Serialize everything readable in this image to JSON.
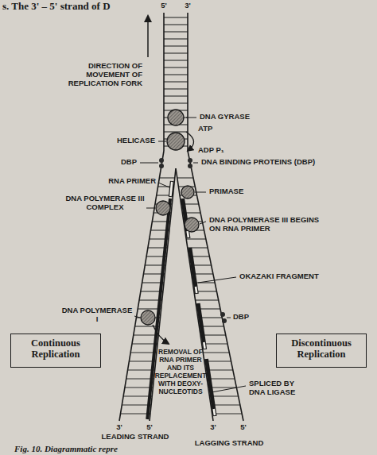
{
  "diagram": {
    "caption": "Fig. 10. Diagrammatic repre",
    "nodes": [
      {
        "text": [
          "Continuous Replication"
        ]
      },
      {
        "text": [
          "Discontinuous Replication"
        ]
      }
    ],
    "labels": [
      "s. The 3' – 5' strand of D",
      "5'",
      "3'",
      "DIRECTION OF MOVEMENT OF REPLICATION FORK",
      "DNA GYRASE",
      "ATP",
      "ADP P₁",
      "HELICASE",
      "DBP",
      "DNA BINDING PROTEINS (DBP)",
      "RNA PRIMER",
      "PRIMASE",
      "DNA POLYMERASE III COMPLEX",
      "DNA POLYMERASE III BEGINS ON RNA PRIMER",
      "OKAZAKI FRAGMENT",
      "DNA POLYMERASE I",
      "DBP",
      "REMOVAL OF RNA PRIMER AND ITS REPLACEMENT WITH DEOXY-NUCLEOTIDS",
      "SPLICED BY DNA LIGASE",
      "3'",
      "5'",
      "LEADING STRAND",
      "3'",
      "5'",
      "LAGGING STRAND"
    ]
  }
}
